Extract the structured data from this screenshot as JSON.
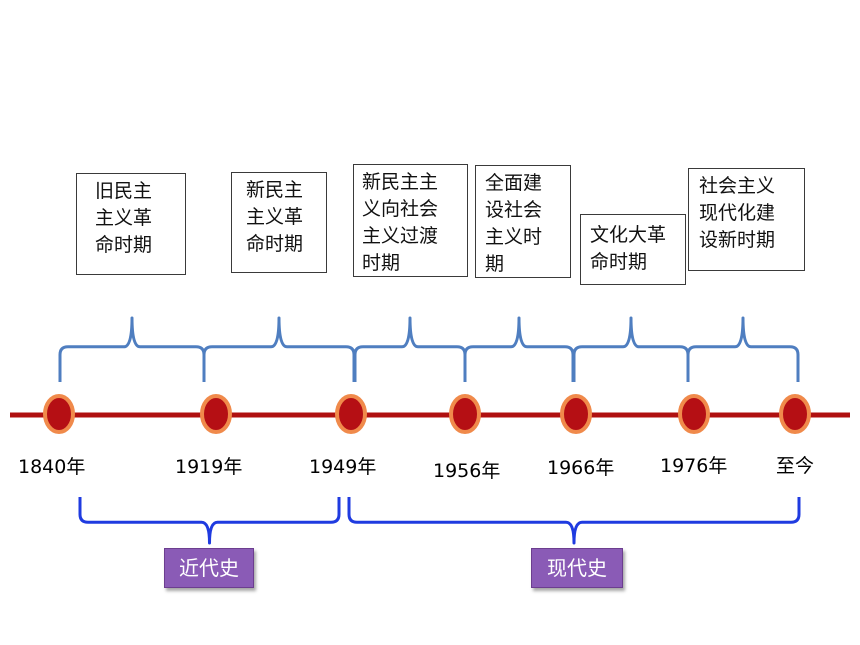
{
  "colors": {
    "axis": "#b01010",
    "node_fill": "#b50f14",
    "node_ring": "#f08a4b",
    "period_brace": "#4f7ec0",
    "era_brace": "#1f3be0",
    "era_fill": "#8a5bb6"
  },
  "timeline": {
    "years": [
      "1840年",
      "1919年",
      "1949年",
      "1956年",
      "1966年",
      "1976年",
      "至今"
    ]
  },
  "periods": [
    {
      "lines": [
        "旧民主",
        "主义革",
        "命时期"
      ]
    },
    {
      "lines": [
        "新民主",
        "主义革",
        "命时期"
      ]
    },
    {
      "lines": [
        "新民主主",
        "义向社会",
        "主义过渡",
        "时期"
      ]
    },
    {
      "lines": [
        "全面建",
        "设社会",
        "主义时",
        "期"
      ]
    },
    {
      "lines": [
        "文化大革",
        "命时期"
      ]
    },
    {
      "lines": [
        "社会主义",
        "现代化建",
        "设新时期"
      ]
    }
  ],
  "eras": [
    {
      "label": "近代史"
    },
    {
      "label": "现代史"
    }
  ]
}
